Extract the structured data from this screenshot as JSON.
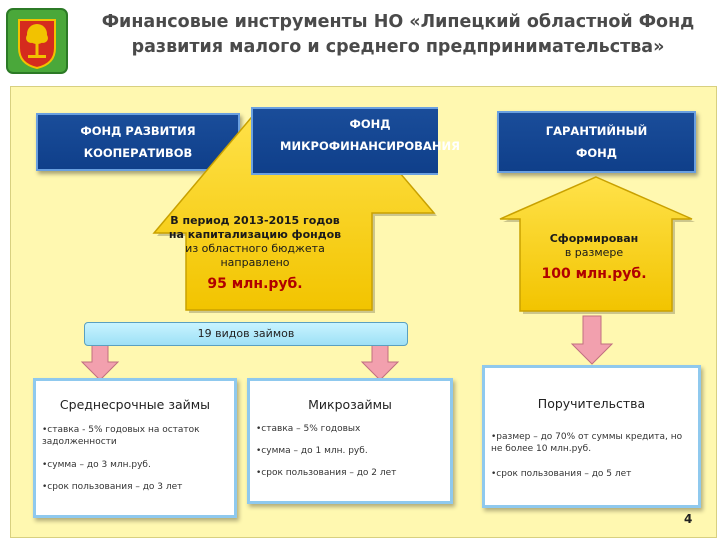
{
  "title": {
    "line1": "Финансовые инструменты НО «Липецкий областной Фонд",
    "line2": "развития малого и среднего предпринимательства»"
  },
  "emblem": {
    "icon": "coat-of-arms-icon",
    "colors": [
      "#d52b1e",
      "#f2c200",
      "#2e8b3a"
    ]
  },
  "funds": {
    "coop_line1": "ФОНД РАЗВИТИЯ",
    "coop_line2": "КООПЕРАТИВОВ",
    "micro_line1": "ФОНД",
    "micro_line2": "МИКРОФИНАНСИРОВАНИЯ",
    "guarantee_line1": "ГАРАНТИЙНЫЙ",
    "guarantee_line2": "ФОНД"
  },
  "capitalization": {
    "line1": "В период 2013-2015 годов",
    "line2": "на капитализацию фондов",
    "line3": "из областного бюджета",
    "line4": "направлено",
    "amount": "95 млн.руб."
  },
  "guarantee_capital": {
    "line1": "Сформирован",
    "line2": "в размере",
    "amount": "100 млн.руб."
  },
  "loan_types": "19 видов займов",
  "short_term": {
    "title": "Среднесрочные займы",
    "b1": "•ставка - 5% годовых на остаток задолженности",
    "b2": "•сумма – до 3 млн.руб.",
    "b3": "•срок пользования – до 3 лет"
  },
  "microloans": {
    "title": "Микрозаймы",
    "b1": "•ставка – 5% годовых",
    "b2": "•сумма – до 1 млн. руб.",
    "b3": "•срок пользования – до 2 лет"
  },
  "guarantees": {
    "title": "Поручительства",
    "b1": "•размер – до 70% от суммы кредита, но не более 10 млн.руб.",
    "b2": "•срок пользования – до 5 лет"
  },
  "page_number": "4",
  "colors": {
    "panel": "#fff8b0",
    "blue_box": "#1a4d9a",
    "arrow_yellow": "#f6d000",
    "amount_red": "#b00000",
    "pink_arrow": "#f2a0ae"
  }
}
